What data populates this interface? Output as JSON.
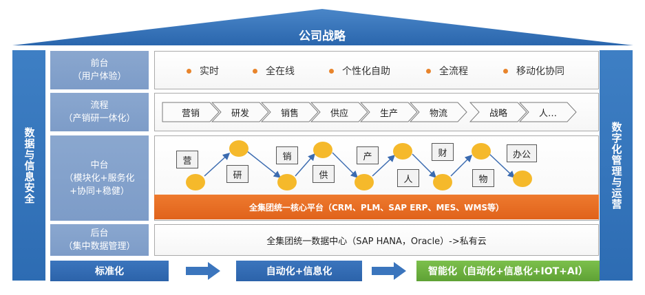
{
  "roof": {
    "title": "公司战略"
  },
  "left_pillar": {
    "label": "数据与信息安全"
  },
  "right_pillar": {
    "label": "数字化管理与运营"
  },
  "layers": {
    "front": {
      "title": "前台",
      "subtitle": "（用户体验）",
      "items": [
        "实时",
        "全在线",
        "个性化自助",
        "全流程",
        "移动化协同"
      ]
    },
    "process": {
      "title": "流程",
      "subtitle": "（产销研一体化）",
      "steps": [
        "营销",
        "研发",
        "销售",
        "供应",
        "生产",
        "物流",
        "战略",
        "人…"
      ]
    },
    "middle": {
      "title": "中台",
      "subtitle_line1": "（模块化+服务化",
      "subtitle_line2": "+协同+稳健）",
      "tags": [
        "营",
        "研",
        "销",
        "供",
        "产",
        "人",
        "财",
        "物",
        "办公"
      ],
      "platform": "全集团统一核心平台（CRM、PLM、SAP ERP、MES、WMS等）"
    },
    "back": {
      "title": "后台",
      "subtitle": "（集中数据管理）",
      "content": "全集团统一数据中心（SAP HANA，Oracle）->私有云"
    }
  },
  "stages": [
    "标准化",
    "自动化+信息化",
    "智能化（自动化+信息化+IOT+AI）"
  ],
  "colors": {
    "primary_blue": "#2d6cb3",
    "label_blue": "#7d9cc8",
    "orange": "#e8842c",
    "circle_yellow": "#f5b92b",
    "green": "#6db33f"
  }
}
